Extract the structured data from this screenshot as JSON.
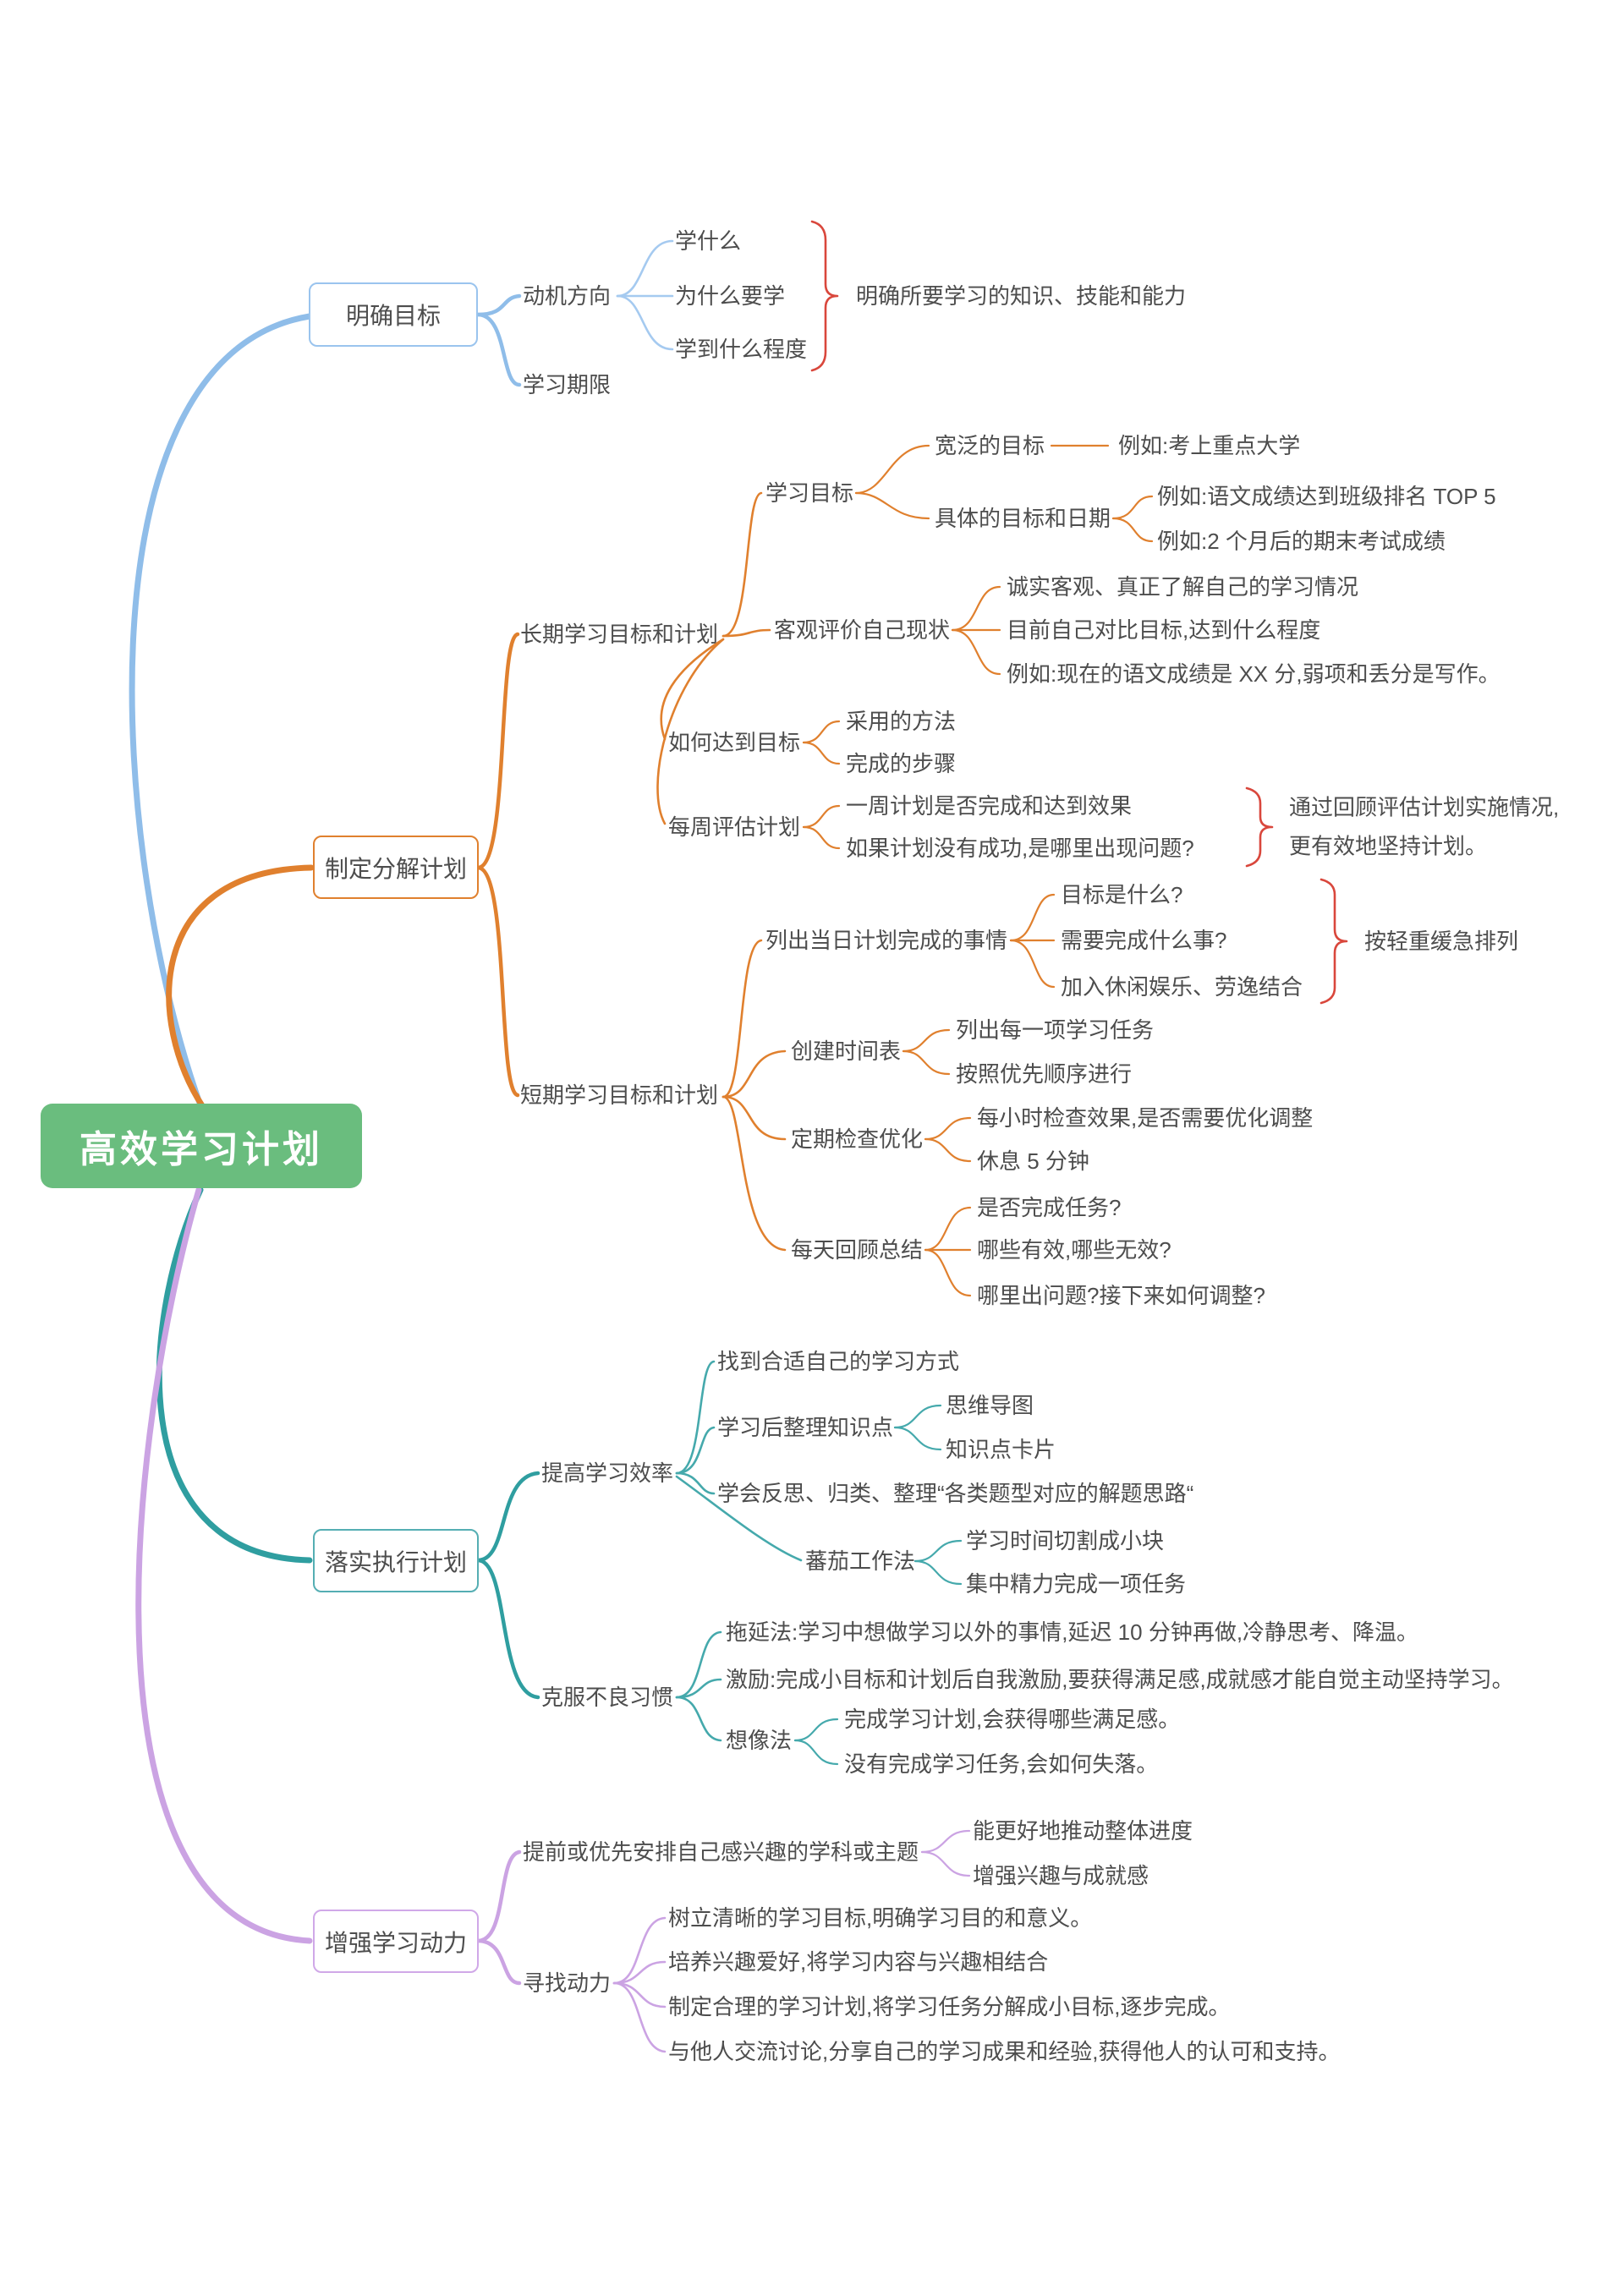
{
  "root": {
    "label": "高效学习计划"
  },
  "colors": {
    "root_bg": "#6abd7e",
    "blue": "#8fbde9",
    "orange": "#e0802e",
    "teal": "#2f9ea0",
    "purple": "#cba3e3",
    "brace": "#d9473c",
    "text": "#4d4d4d"
  },
  "b1": {
    "label": "明确目标",
    "motivation": {
      "label": "动机方向",
      "items": [
        "学什么",
        "为什么要学",
        "学到什么程度"
      ],
      "note": "明确所要学习的知识、技能和能力"
    },
    "deadline": {
      "label": "学习期限"
    }
  },
  "b2": {
    "label": "制定分解计划",
    "longterm": {
      "label": "长期学习目标和计划",
      "goal": {
        "label": "学习目标",
        "broad": {
          "label": "宽泛的目标",
          "example": "例如:考上重点大学"
        },
        "specific": {
          "label": "具体的目标和日期",
          "examples": [
            "例如:语文成绩达到班级排名 TOP 5",
            "例如:2 个月后的期末考试成绩"
          ]
        }
      },
      "evaluate": {
        "label": "客观评价自己现状",
        "items": [
          "诚实客观、真正了解自己的学习情况",
          "目前自己对比目标,达到什么程度",
          "例如:现在的语文成绩是 XX 分,弱项和丢分是写作。"
        ]
      },
      "how": {
        "label": "如何达到目标",
        "items": [
          "采用的方法",
          "完成的步骤"
        ]
      },
      "weekly": {
        "label": "每周评估计划",
        "items": [
          "一周计划是否完成和达到效果",
          "如果计划没有成功,是哪里出现问题?"
        ],
        "note": "通过回顾评估计划实施情况,更有效地坚持计划。"
      }
    },
    "shortterm": {
      "label": "短期学习目标和计划",
      "daily_list": {
        "label": "列出当日计划完成的事情",
        "items": [
          "目标是什么?",
          "需要完成什么事?",
          "加入休闲娱乐、劳逸结合"
        ],
        "note": "按轻重缓急排列"
      },
      "schedule": {
        "label": "创建时间表",
        "items": [
          "列出每一项学习任务",
          "按照优先顺序进行"
        ]
      },
      "check": {
        "label": "定期检查优化",
        "items": [
          "每小时检查效果,是否需要优化调整",
          "休息 5 分钟"
        ]
      },
      "review": {
        "label": "每天回顾总结",
        "items": [
          "是否完成任务?",
          "哪些有效,哪些无效?",
          "哪里出问题?接下来如何调整?"
        ]
      }
    }
  },
  "b3": {
    "label": "落实执行计划",
    "efficiency": {
      "label": "提高学习效率",
      "find": "找到合适自己的学习方式",
      "organize": {
        "label": "学习后整理知识点",
        "items": [
          "思维导图",
          "知识点卡片"
        ]
      },
      "reflect": "学会反思、归类、整理“各类题型对应的解题思路“",
      "pomodoro": {
        "label": "蕃茄工作法",
        "items": [
          "学习时间切割成小块",
          "集中精力完成一项任务"
        ]
      }
    },
    "habits": {
      "label": "克服不良习惯",
      "delay": "拖延法:学习中想做学习以外的事情,延迟 10 分钟再做,冷静思考、降温。",
      "incentive": "激励:完成小目标和计划后自我激励,要获得满足感,成就感才能自觉主动坚持学习。",
      "imagine": {
        "label": "想像法",
        "items": [
          "完成学习计划,会获得哪些满足感。",
          "没有完成学习任务,会如何失落。"
        ]
      }
    }
  },
  "b4": {
    "label": "增强学习动力",
    "interest_first": {
      "label": "提前或优先安排自己感兴趣的学科或主题",
      "items": [
        "能更好地推动整体进度",
        "增强兴趣与成就感"
      ]
    },
    "motivation": {
      "label": "寻找动力",
      "items": [
        "树立清晰的学习目标,明确学习目的和意义。",
        "培养兴趣爱好,将学习内容与兴趣相结合",
        "制定合理的学习计划,将学习任务分解成小目标,逐步完成。",
        "与他人交流讨论,分享自己的学习成果和经验,获得他人的认可和支持。"
      ]
    }
  }
}
